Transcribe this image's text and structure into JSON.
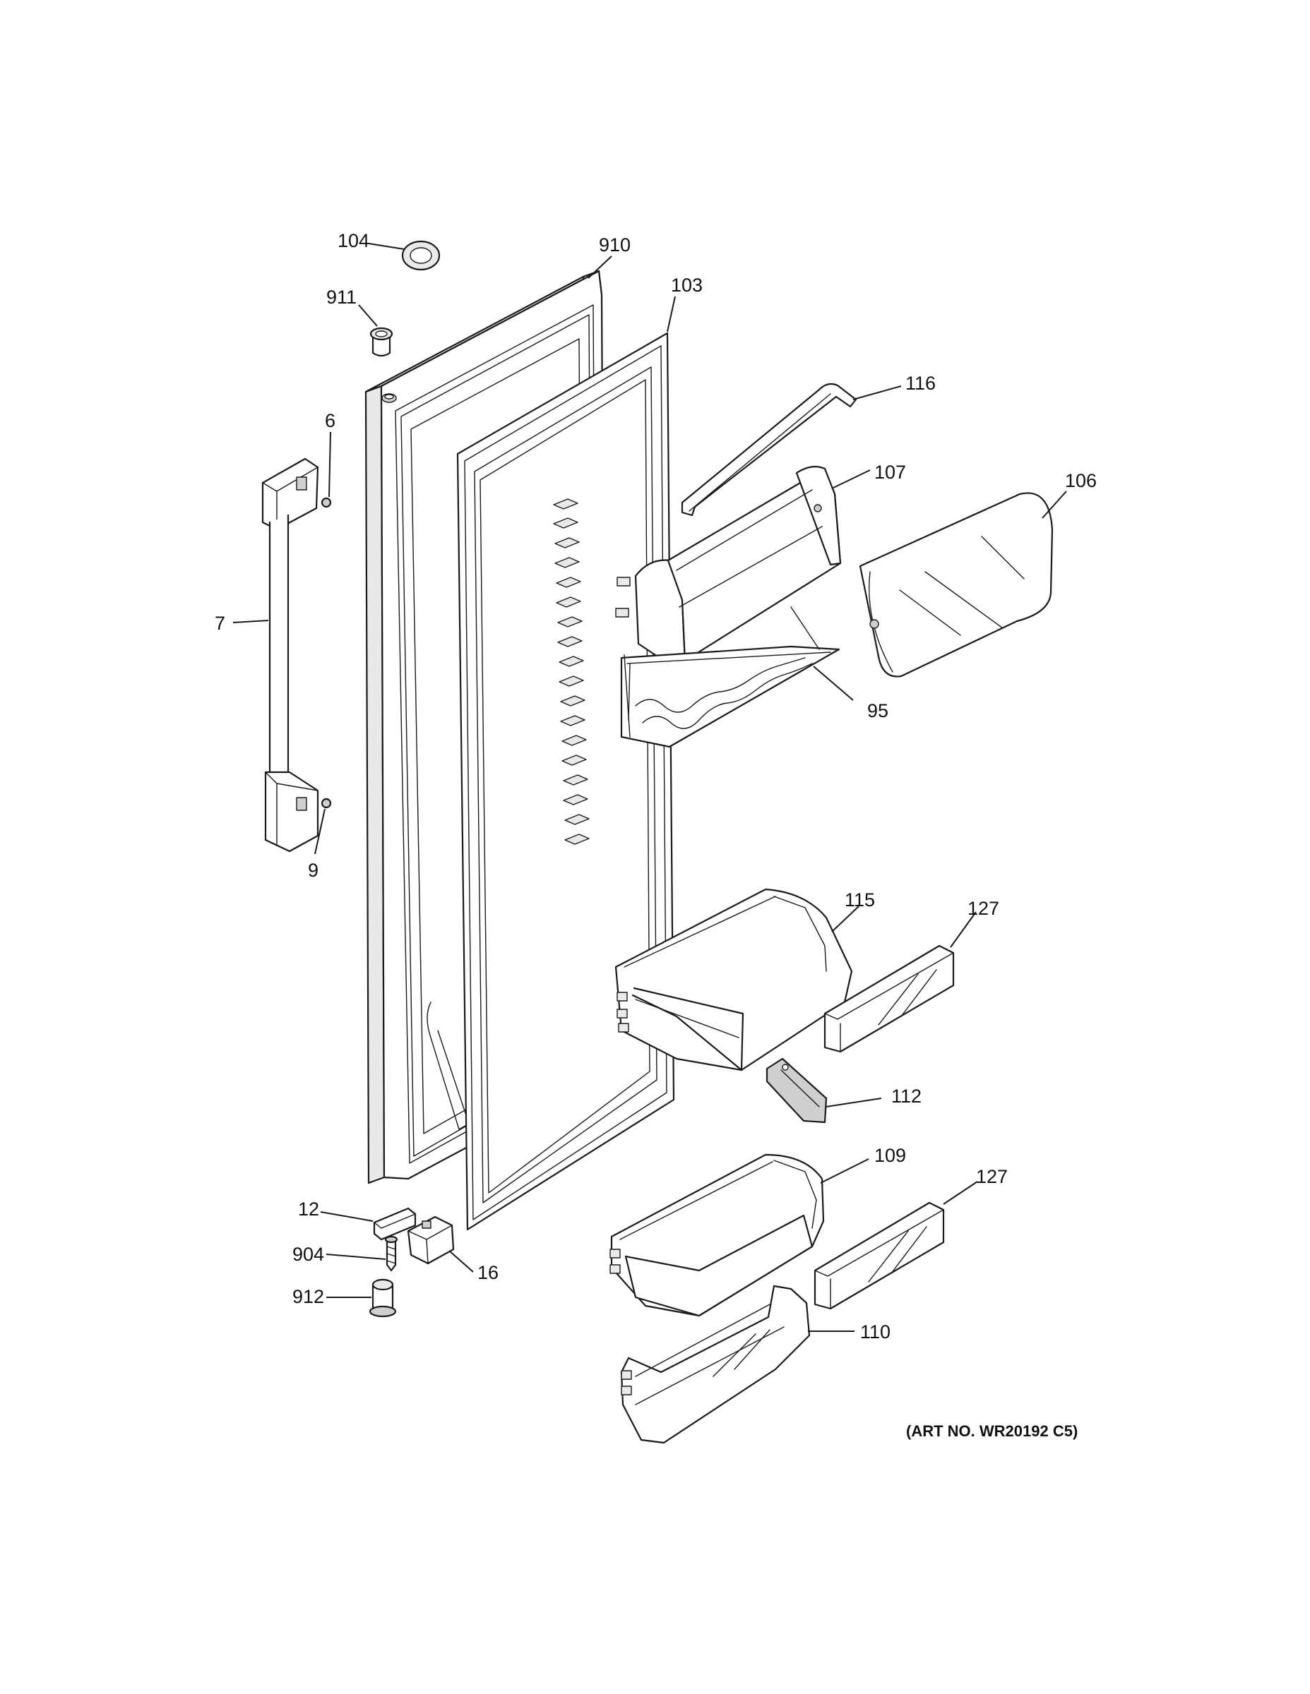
{
  "diagram": {
    "art_number": "(ART NO. WR20192 C5)",
    "callouts": [
      {
        "id": "c104",
        "label": "104"
      },
      {
        "id": "c910",
        "label": "910"
      },
      {
        "id": "c911",
        "label": "911"
      },
      {
        "id": "c103",
        "label": "103"
      },
      {
        "id": "c116",
        "label": "116"
      },
      {
        "id": "c6",
        "label": "6"
      },
      {
        "id": "c107",
        "label": "107"
      },
      {
        "id": "c106",
        "label": "106"
      },
      {
        "id": "c7",
        "label": "7"
      },
      {
        "id": "c95",
        "label": "95"
      },
      {
        "id": "c9",
        "label": "9"
      },
      {
        "id": "c115",
        "label": "115"
      },
      {
        "id": "c127a",
        "label": "127"
      },
      {
        "id": "c112",
        "label": "112"
      },
      {
        "id": "c109",
        "label": "109"
      },
      {
        "id": "c127b",
        "label": "127"
      },
      {
        "id": "c12",
        "label": "12"
      },
      {
        "id": "c904",
        "label": "904"
      },
      {
        "id": "c16",
        "label": "16"
      },
      {
        "id": "c912",
        "label": "912"
      },
      {
        "id": "c110",
        "label": "110"
      }
    ]
  }
}
